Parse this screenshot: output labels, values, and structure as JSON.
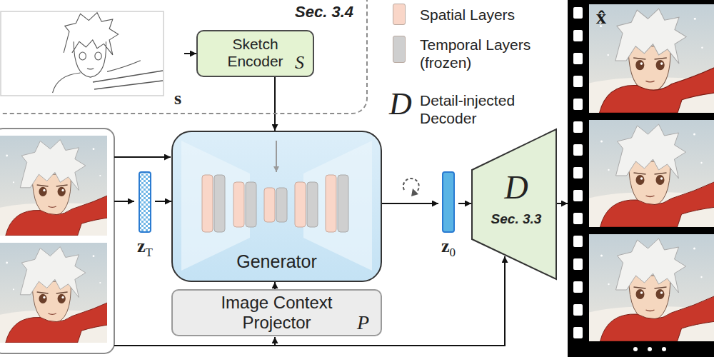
{
  "diagram": {
    "nodes": [
      {
        "text": [
          "Sec. 3.4"
        ]
      },
      {
        "text": [
          "s"
        ],
        "in": 0
      },
      {
        "text": [
          "Sketch Encoder",
          "S"
        ],
        "in": 0
      },
      {
        "text": [
          "z",
          "T"
        ]
      },
      {
        "text": [
          "Generator"
        ]
      },
      {
        "text": [
          "Image Context Projector",
          "P"
        ]
      },
      {
        "text": [
          "z",
          "0"
        ]
      },
      {
        "text": [
          "D",
          "Sec. 3.3"
        ]
      },
      {
        "text": [
          "x̂"
        ]
      }
    ],
    "edges": [
      {
        "from": 1,
        "to": 2,
        "arrow": "to"
      },
      {
        "from": 2,
        "to": 4,
        "arrow": "to"
      },
      {
        "from": 3,
        "to": 4,
        "arrow": "to"
      },
      {
        "from": 5,
        "to": 4,
        "arrow": "to"
      },
      {
        "from": 4,
        "to": 6,
        "arrow": "to"
      },
      {
        "from": 6,
        "to": 7,
        "arrow": "to"
      },
      {
        "from": 7,
        "to": 8,
        "arrow": "to"
      }
    ],
    "labels": [
      "D"
    ],
    "legend": [
      {
        "text": "Spatial Layers",
        "color": "#f9d6c8"
      },
      {
        "text": "Temporal Layers (frozen)",
        "color": "#cfcfcf"
      },
      {
        "text": "Detail-injected Decoder"
      }
    ]
  }
}
